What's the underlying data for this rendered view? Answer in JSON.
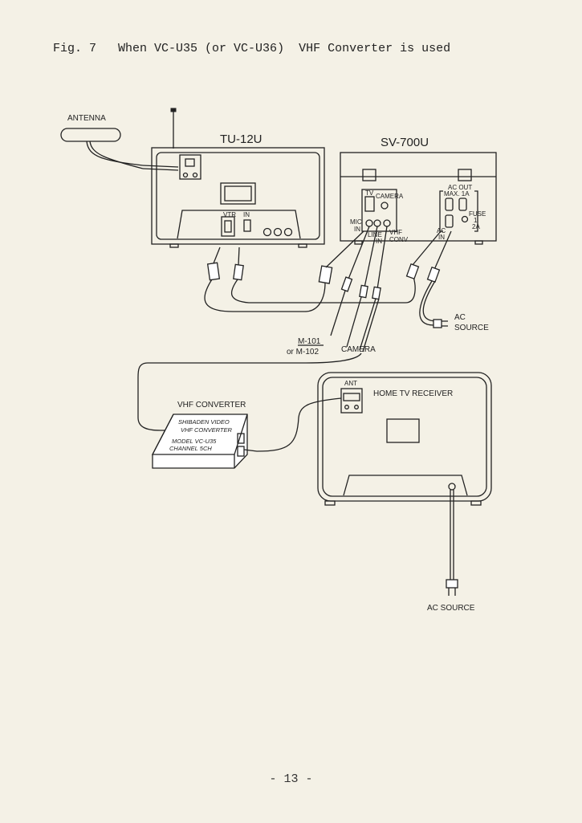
{
  "caption": {
    "fig": "Fig. 7",
    "text": "When VC-U35 (or VC-U36)  VHF Converter is used"
  },
  "labels": {
    "antenna": "ANTENNA",
    "tuner": "TU-12U",
    "vtr": "VTR",
    "tuner_in": "IN",
    "recorder": "SV-700U",
    "tv": "TV",
    "camera_jack": "CAMERA",
    "mic_in_1": "MIC",
    "mic_in_2": "IN",
    "line_in_1": "LINE",
    "line_in_2": "IN",
    "vhf_conv_1": "VHF",
    "vhf_conv_2": "CONV",
    "ac_out_1": "AC  OUT",
    "ac_out_2": "MAX. 1A",
    "ac_in_1": "AC",
    "ac_in_2": "IN",
    "fuse_1": "FUSE",
    "fuse_2": "1",
    "fuse_3": "2A",
    "ac_source_1": "AC",
    "ac_source_2": "SOURCE",
    "mic_model_1": "M-101",
    "mic_model_2": "or M-102",
    "camera": "CAMERA",
    "vhf_converter": "VHF  CONVERTER",
    "conv_line1": "SHIBADEN  VIDEO",
    "conv_line2": "VHF  CONVERTER",
    "conv_line3": "MODEL  VC-U35",
    "conv_line4": "CHANNEL  5CH",
    "ant": "ANT",
    "home_tv": "HOME TV RECEIVER",
    "ac_source_bottom": "AC  SOURCE"
  },
  "page_number": "- 13 -"
}
